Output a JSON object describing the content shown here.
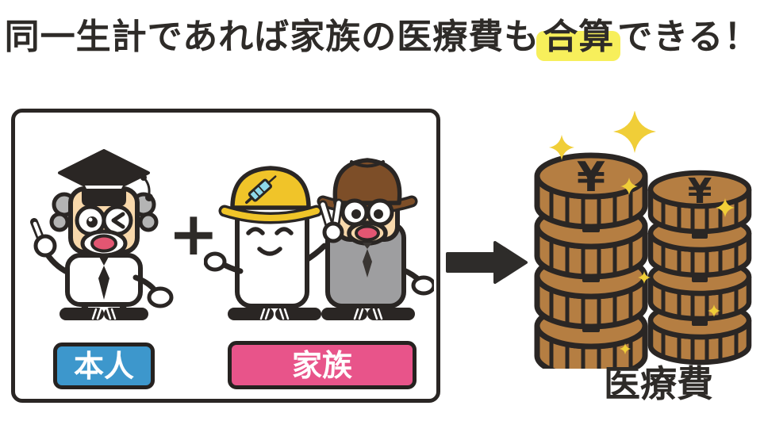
{
  "title": {
    "prefix": "同一生計であれば家族の医療費も",
    "highlight": "合算",
    "suffix": "できる！"
  },
  "household_box": {
    "self_label": "本人",
    "family_label": "家族"
  },
  "icons": {
    "plus": "+"
  },
  "coins": {
    "currency_symbol": "¥",
    "label": "医療費"
  },
  "colors": {
    "ink": "#2a2624",
    "title_highlight_yellow": "#f7ef5b",
    "self_badge_blue": "#3d97cc",
    "family_badge_pink": "#e8548a",
    "coin_brown": "#b57e42",
    "sparkle_yellow": "#f0ce38",
    "helmet_yellow": "#f0c429",
    "fedora_brown": "#7d4e28",
    "vest_gray": "#9e9ea0",
    "skin": "#f8d8ab",
    "mouth_red": "#e25672"
  }
}
